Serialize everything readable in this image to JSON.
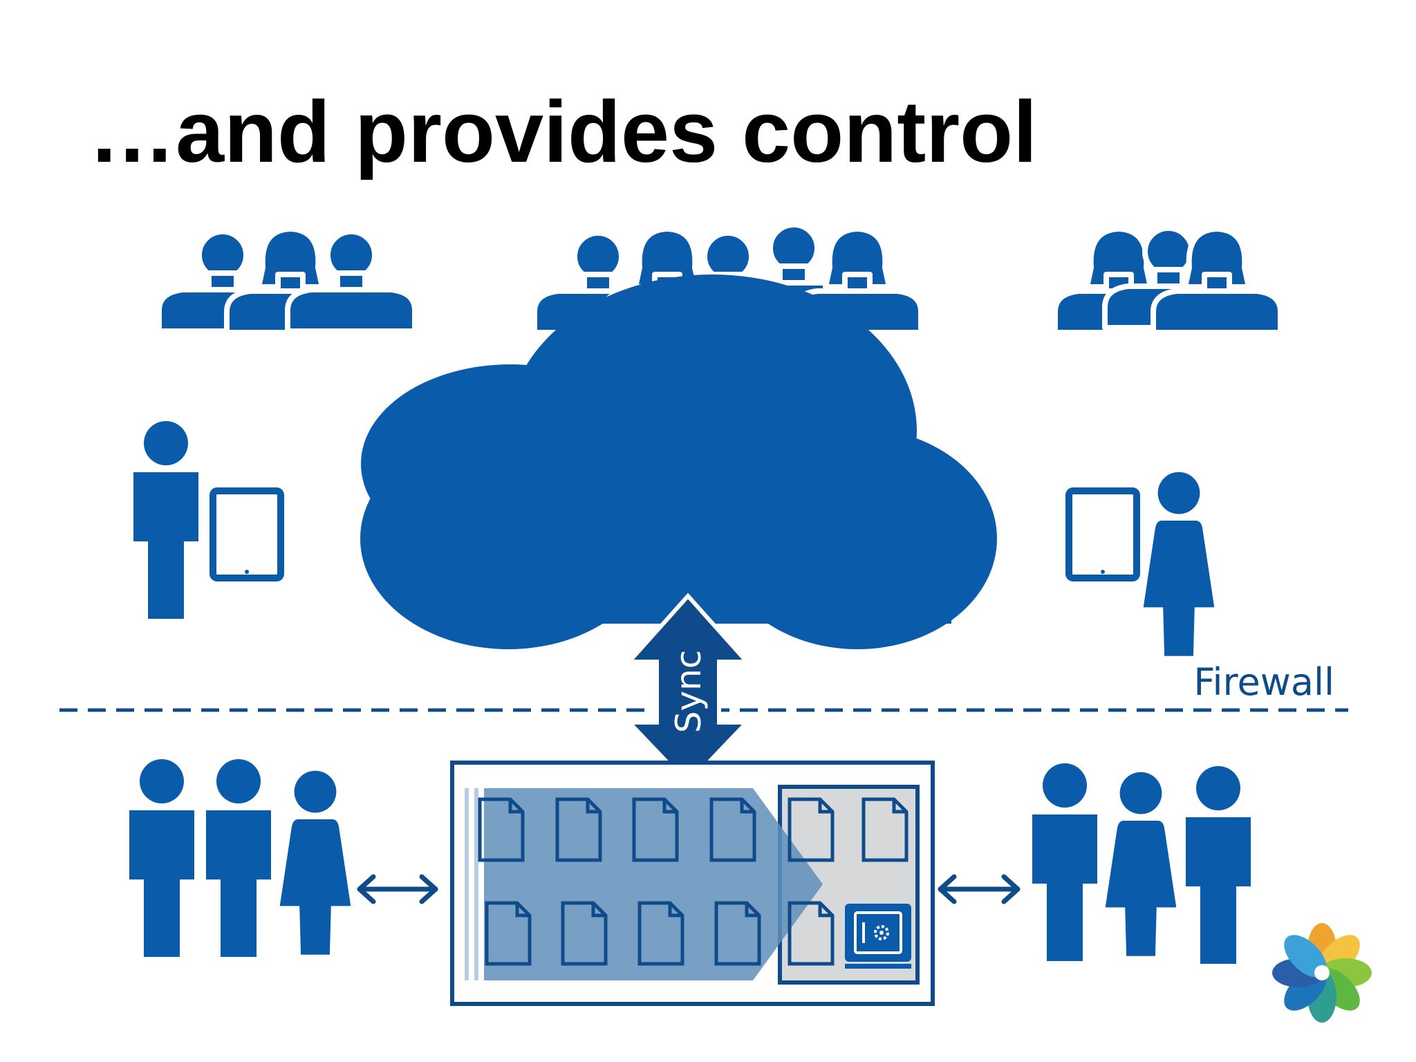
{
  "slide": {
    "title": "…and provides control"
  },
  "diagram": {
    "firewall_label": "Firewall",
    "sync_label": "Sync"
  },
  "colors": {
    "primary_blue": "#0a5cab",
    "dark_blue": "#0f4a8a",
    "doc_area_fill": "#6f9bc0",
    "server_fill": "#d7d8da",
    "text": "#000000"
  },
  "icons": [
    "group-of-three-people-icon",
    "group-of-five-people-icon",
    "group-of-three-people-icon",
    "cloud-icon",
    "person-with-tablet-icon",
    "sync-arrow-icon",
    "document-icon",
    "safe-icon",
    "double-arrow-icon",
    "people-icon",
    "alfresco-logo"
  ]
}
